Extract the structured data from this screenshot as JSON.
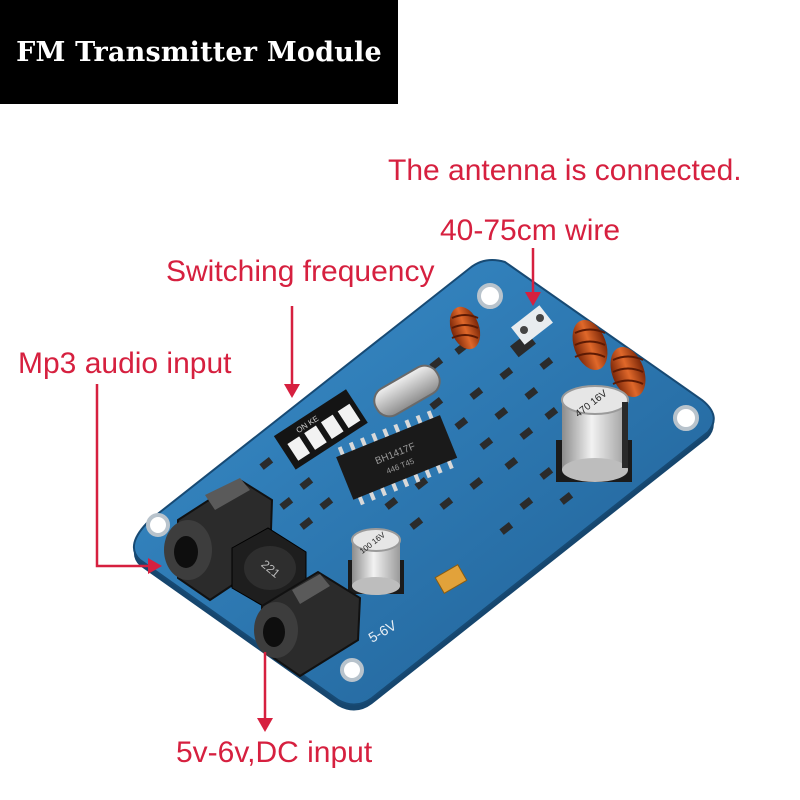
{
  "title": "FM Transmitter Module",
  "labels": {
    "antenna": "The antenna is connected.",
    "wire_length": "40-75cm wire",
    "switching": "Switching frequency",
    "audio_input": "Mp3 audio input",
    "dc_input": "5v-6v,DC input"
  },
  "board_markings": {
    "chip": "BH1417F",
    "chip_code": "446 T45",
    "cap_large": "470 16V",
    "cap_small": "100 16V",
    "inductor": "221",
    "voltage": "5-6V",
    "dip_header": "ON KE"
  },
  "colors": {
    "label": "#d6203f",
    "pcb": "#2f7fb8",
    "title_bg": "#000000"
  }
}
